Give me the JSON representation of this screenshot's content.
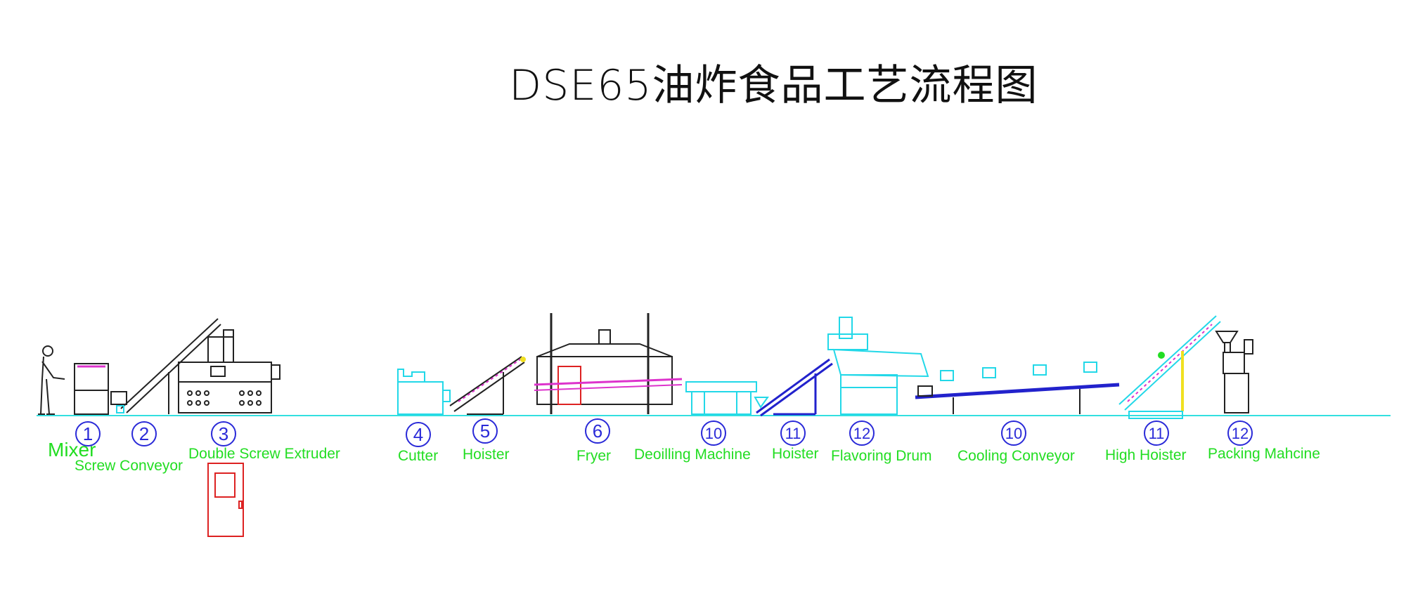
{
  "title": "DSE65油炸食品工艺流程图",
  "colors": {
    "ground": "#33e0e0",
    "outline": "#222222",
    "cyan": "#22d8e8",
    "blue": "#2222cc",
    "magenta": "#dd33cc",
    "red": "#dd2222",
    "yellow": "#f0e020",
    "label_green": "#22dd22",
    "number_blue": "#2a2ad8"
  },
  "stations": [
    {
      "number": "1",
      "label": "Mixer"
    },
    {
      "number": "2",
      "label": "Screw Conveyor"
    },
    {
      "number": "3",
      "label": "Double Screw Extruder"
    },
    {
      "number": "4",
      "label": "Cutter"
    },
    {
      "number": "5",
      "label": "Hoister"
    },
    {
      "number": "6",
      "label": "Fryer"
    },
    {
      "number": "10",
      "label": "Deoilling Machine"
    },
    {
      "number": "11",
      "label": "Hoister"
    },
    {
      "number": "12",
      "label": "Flavoring Drum"
    },
    {
      "number": "10",
      "label": "Cooling Conveyor"
    },
    {
      "number": "11",
      "label": "High Hoister"
    },
    {
      "number": "12",
      "label": "Packing Mahcine"
    }
  ]
}
